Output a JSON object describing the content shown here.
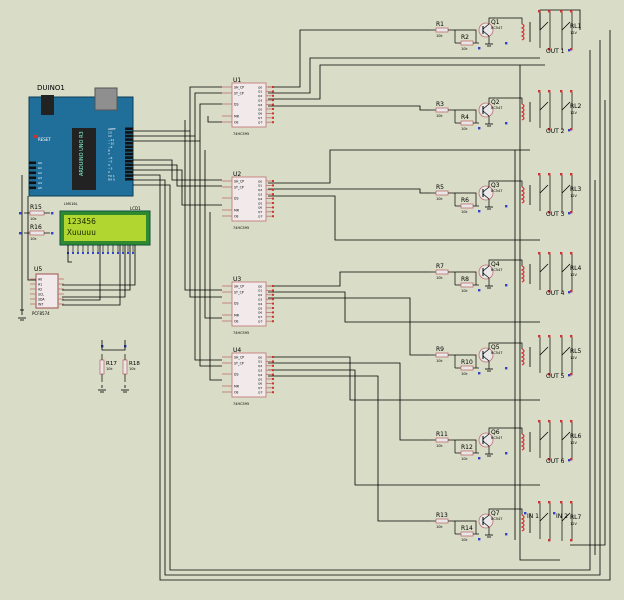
{
  "colors": {
    "background": "#d9dcc6",
    "wire": "#000000",
    "component_body": "#c07070",
    "component_fill": "#e8e8e8",
    "ic_fill": "#f2eaea",
    "arduino_board": "#1f6f9a",
    "lcd_bezel": "#2f8a2f",
    "lcd_screen": "#b2d630",
    "pin_marker": "#3344cc",
    "label": "#000000"
  },
  "arduino": {
    "name": "DUINO1",
    "power_label": "RESET",
    "model": "ARDUINO UNO R3",
    "pins_top": [
      "AREF",
      "13",
      "12",
      "~11",
      "~10",
      "~9",
      "8",
      "7",
      "~6",
      "~5",
      "4",
      "~3",
      "2",
      "TX 1",
      "RX 0"
    ],
    "pins_left": [
      "A0",
      "A1",
      "A2",
      "A3",
      "A4",
      "A5"
    ]
  },
  "lcd": {
    "name": "LCD1",
    "model": "LM016L",
    "line1": "123456",
    "line2": "Xuuuuu"
  },
  "io_expander": {
    "name": "U5",
    "model": "PCF8574",
    "pins": [
      "A0",
      "A1",
      "A2",
      "SCL",
      "SDA",
      "INT"
    ]
  },
  "pot_resistors": [
    {
      "name": "R15",
      "value": "10k"
    },
    {
      "name": "R16",
      "value": "10k"
    }
  ],
  "pullups": [
    {
      "name": "R17",
      "value": "10k"
    },
    {
      "name": "R18",
      "value": "10k"
    }
  ],
  "shift_registers": [
    {
      "name": "U1",
      "model": "74HC595"
    },
    {
      "name": "U2",
      "model": "74HC595"
    },
    {
      "name": "U3",
      "model": "74HC595"
    },
    {
      "name": "U4",
      "model": "74HC595"
    }
  ],
  "shift_pins_left": [
    "SH_CP",
    "ST_CP",
    "DS",
    "MR",
    "OE"
  ],
  "shift_pins_right": [
    "Q0",
    "Q1",
    "Q2",
    "Q3",
    "Q4",
    "Q5",
    "Q6",
    "Q7",
    "Q7'"
  ],
  "relay_stages": [
    {
      "rb": "R1",
      "re": "R2",
      "q": "Q1",
      "qm": "BC547",
      "rl": "RL1",
      "v": "12V",
      "out": "OUT 1",
      "rv": "10k"
    },
    {
      "rb": "R3",
      "re": "R4",
      "q": "Q2",
      "qm": "BC547",
      "rl": "RL2",
      "v": "12V",
      "out": "OUT 2",
      "rv": "10k"
    },
    {
      "rb": "R5",
      "re": "R6",
      "q": "Q3",
      "qm": "BC547",
      "rl": "RL3",
      "v": "12V",
      "out": "OUT 3",
      "rv": "10k"
    },
    {
      "rb": "R7",
      "re": "R8",
      "q": "Q4",
      "qm": "BC547",
      "rl": "RL4",
      "v": "12V",
      "out": "OUT 4",
      "rv": "10k"
    },
    {
      "rb": "R9",
      "re": "R10",
      "q": "Q5",
      "qm": "BC547",
      "rl": "RL5",
      "v": "12V",
      "out": "OUT 5",
      "rv": "10k"
    },
    {
      "rb": "R11",
      "re": "R12",
      "q": "Q6",
      "qm": "BC547",
      "rl": "RL6",
      "v": "12V",
      "out": "OUT 6",
      "rv": "10k"
    },
    {
      "rb": "R13",
      "re": "R14",
      "q": "Q7",
      "qm": "BC547",
      "rl": "RL7",
      "v": "12V",
      "out": "IN 1",
      "out2": "IN 2",
      "rv": "10k"
    }
  ]
}
